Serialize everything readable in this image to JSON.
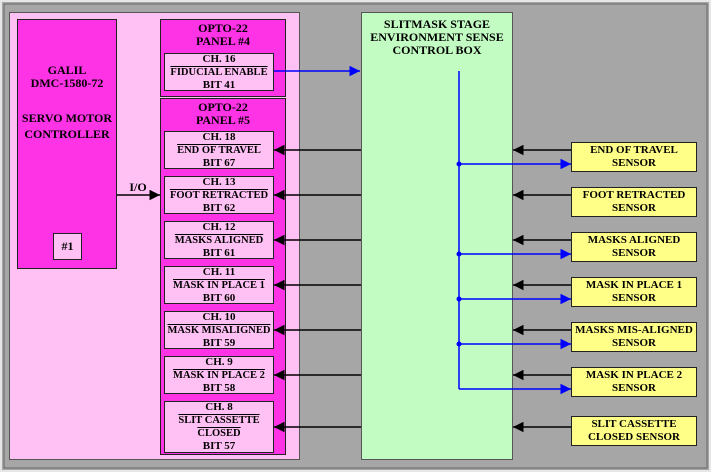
{
  "galil": {
    "line1": "GALIL",
    "line2": "DMC-1580-72",
    "line3": "SERVO MOTOR",
    "line4": "CONTROLLER",
    "unit": "#1"
  },
  "io_label": "I/O",
  "panel4": {
    "title1": "OPTO-22",
    "title2": "PANEL #4"
  },
  "panel5": {
    "title1": "OPTO-22",
    "title2": "PANEL #5"
  },
  "fiducial": {
    "ch": "CH. 16",
    "name": "FIDUCIAL ENABLE",
    "bit": "BIT 41"
  },
  "channels": [
    {
      "ch": "CH. 18",
      "name": "END OF TRAVEL",
      "bit": "BIT 67"
    },
    {
      "ch": "CH. 13",
      "name": "FOOT RETRACTED",
      "bit": "BIT 62"
    },
    {
      "ch": "CH. 12",
      "name": "MASKS ALIGNED",
      "bit": "BIT 61"
    },
    {
      "ch": "CH. 11",
      "name": "MASK IN PLACE 1",
      "bit": "BIT 60"
    },
    {
      "ch": "CH. 10",
      "name": "MASK MISALIGNED",
      "bit": "BIT 59"
    },
    {
      "ch": "CH. 9",
      "name": "MASK IN PLACE 2",
      "bit": "BIT 58"
    },
    {
      "ch": "CH. 8",
      "name": "SLIT CASSETTE",
      "name2": "CLOSED",
      "bit": "BIT 57"
    }
  ],
  "control_box": {
    "line1": "SLITMASK STAGE",
    "line2": "ENVIRONMENT SENSE",
    "line3": "CONTROL BOX"
  },
  "sensors": [
    {
      "line1": "END OF TRAVEL",
      "line2": "SENSOR"
    },
    {
      "line1": "FOOT RETRACTED",
      "line2": "SENSOR"
    },
    {
      "line1": "MASKS ALIGNED",
      "line2": "SENSOR"
    },
    {
      "line1": "MASK IN PLACE 1",
      "line2": "SENSOR"
    },
    {
      "line1": "MASKS MIS-ALIGNED",
      "line2": "SENSOR"
    },
    {
      "line1": "MASK IN PLACE 2",
      "line2": "SENSOR"
    },
    {
      "line1": "SLIT CASSETTE",
      "line2": "CLOSED SENSOR"
    }
  ],
  "colors": {
    "signal_black": "#000000",
    "signal_blue": "#0000ff",
    "panel_magenta": "#ff33e6",
    "panel_pink": "#ffc0f4",
    "box_green": "#c3fcc3",
    "sensor_yellow": "#ffff88"
  }
}
